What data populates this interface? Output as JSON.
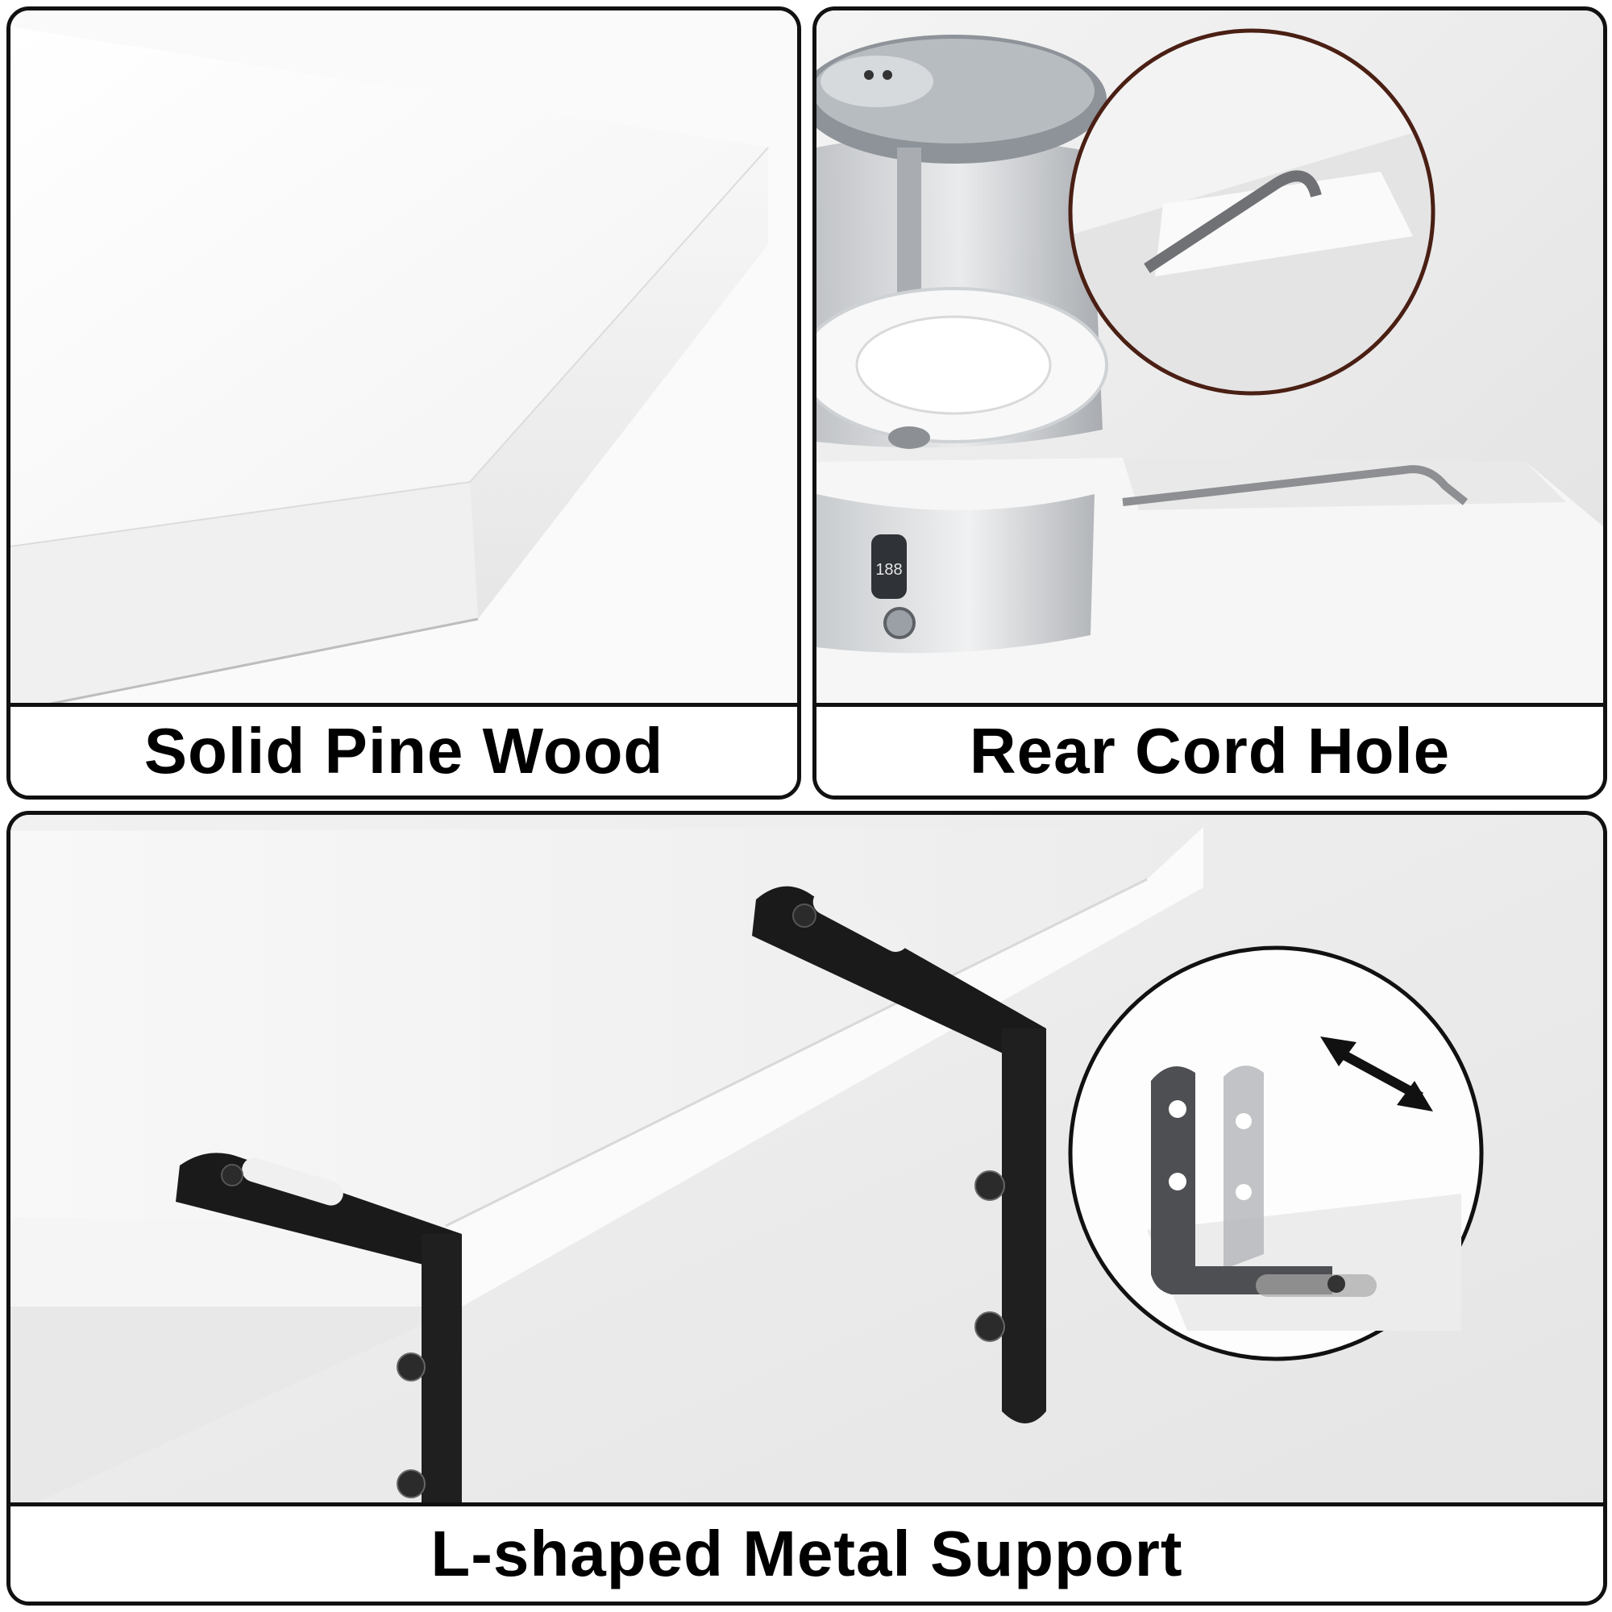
{
  "panels": [
    {
      "caption": "Solid Pine Wood"
    },
    {
      "caption": "Rear Cord Hole",
      "device_display": "188"
    },
    {
      "caption": "L-shaped Metal Support"
    }
  ],
  "colors": {
    "border": "#111111",
    "shelf_white": "#ffffff",
    "bracket_black": "#1a1a1a",
    "zoom_circle_brown": "#4a1f14"
  }
}
